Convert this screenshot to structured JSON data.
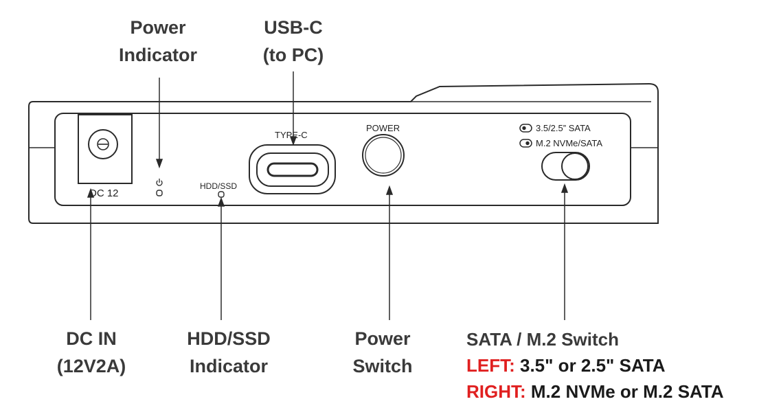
{
  "device": {
    "dc_label": "DC 12",
    "typec_label": "TYPE-C",
    "hdd_label": "HDD/SSD",
    "power_label": "POWER",
    "switch_option_left": "3.5/2.5” SATA",
    "switch_option_right": "M.2 NVMe/SATA"
  },
  "callouts": {
    "power_indicator": [
      "Power",
      "Indicator"
    ],
    "usbc": [
      "USB-C",
      "(to PC)"
    ],
    "dc_in": [
      "DC IN",
      "(12V2A)"
    ],
    "hdd_indicator": [
      "HDD/SSD",
      "Indicator"
    ],
    "power_switch": [
      "Power",
      "Switch"
    ]
  },
  "switch_legend": {
    "title": "SATA / M.2 Switch",
    "left_key": "LEFT:",
    "left_value": " 3.5\" or 2.5\" SATA",
    "right_key": "RIGHT:",
    "right_value": " M.2 NVMe or M.2 SATA"
  },
  "colors": {
    "outline": "#2a2a2a",
    "callout_text": "#3a3a3a",
    "highlight_red": "#e02020"
  }
}
